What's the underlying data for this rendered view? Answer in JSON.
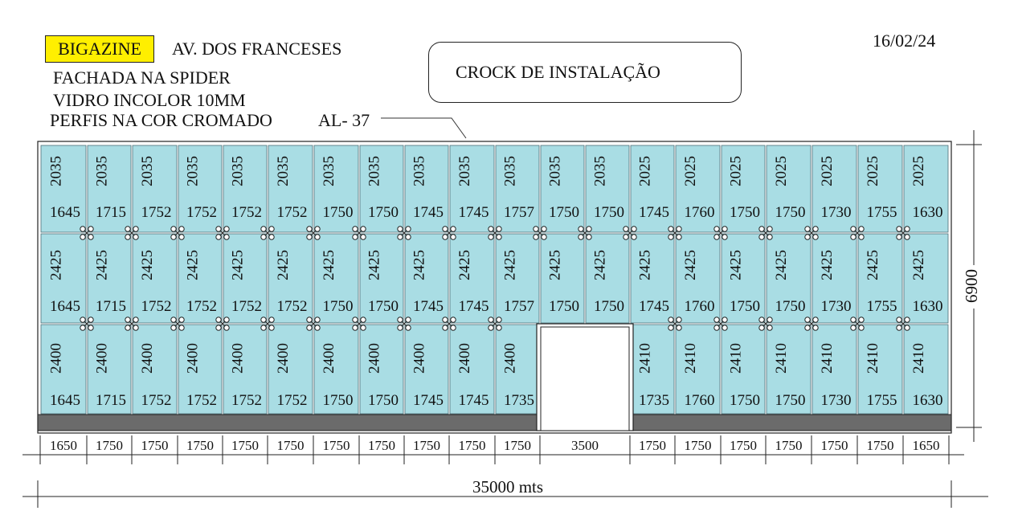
{
  "header": {
    "brand": "BIGAZINE",
    "street": "AV. DOS FRANCESES",
    "line1": "FACHADA NA SPIDER",
    "line2": "VIDRO INCOLOR 10MM",
    "line3": "PERFIS NA COR CROMADO",
    "profile": "AL- 37",
    "date": "16/02/24",
    "callout": "CROCK DE INSTALAÇÃO"
  },
  "colors": {
    "glass": "#a9dde4",
    "base": "#6b6b6b",
    "brand_bg": "#ffef00"
  },
  "facade": {
    "height_label": "6900",
    "total_label": "35000 mts",
    "columns": [
      {
        "dim": "1650",
        "r1h": "2035",
        "r1w": "1645",
        "r2h": "2425",
        "r2w": "1645",
        "r3h": "2400",
        "r3w": "1645"
      },
      {
        "dim": "1750",
        "r1h": "2035",
        "r1w": "1715",
        "r2h": "2425",
        "r2w": "1715",
        "r3h": "2400",
        "r3w": "1715"
      },
      {
        "dim": "1750",
        "r1h": "2035",
        "r1w": "1752",
        "r2h": "2425",
        "r2w": "1752",
        "r3h": "2400",
        "r3w": "1752"
      },
      {
        "dim": "1750",
        "r1h": "2035",
        "r1w": "1752",
        "r2h": "2425",
        "r2w": "1752",
        "r3h": "2400",
        "r3w": "1752"
      },
      {
        "dim": "1750",
        "r1h": "2035",
        "r1w": "1752",
        "r2h": "2425",
        "r2w": "1752",
        "r3h": "2400",
        "r3w": "1752"
      },
      {
        "dim": "1750",
        "r1h": "2035",
        "r1w": "1752",
        "r2h": "2425",
        "r2w": "1752",
        "r3h": "2400",
        "r3w": "1752"
      },
      {
        "dim": "1750",
        "r1h": "2035",
        "r1w": "1750",
        "r2h": "2425",
        "r2w": "1750",
        "r3h": "2400",
        "r3w": "1750"
      },
      {
        "dim": "1750",
        "r1h": "2035",
        "r1w": "1750",
        "r2h": "2425",
        "r2w": "1750",
        "r3h": "2400",
        "r3w": "1750"
      },
      {
        "dim": "1750",
        "r1h": "2035",
        "r1w": "1745",
        "r2h": "2425",
        "r2w": "1745",
        "r3h": "2400",
        "r3w": "1745"
      },
      {
        "dim": "1750",
        "r1h": "2035",
        "r1w": "1745",
        "r2h": "2425",
        "r2w": "1745",
        "r3h": "2400",
        "r3w": "1745"
      },
      {
        "dim": "1750",
        "r1h": "2035",
        "r1w": "1757",
        "r2h": "2425",
        "r2w": "1757",
        "r3h": "2400",
        "r3w": "1735"
      },
      {
        "dim": "3500",
        "r1h": "2035",
        "r1w": "1750",
        "r2h": "2425",
        "r2w": "1750",
        "door": true
      },
      {
        "dim": "",
        "r1h": "2035",
        "r1w": "1750",
        "r2h": "2425",
        "r2w": "1750",
        "door": true
      },
      {
        "dim": "1750",
        "r1h": "2025",
        "r1w": "1745",
        "r2h": "2425",
        "r2w": "1745",
        "r3h": "2410",
        "r3w": "1735"
      },
      {
        "dim": "1750",
        "r1h": "2025",
        "r1w": "1760",
        "r2h": "2425",
        "r2w": "1760",
        "r3h": "2410",
        "r3w": "1760"
      },
      {
        "dim": "1750",
        "r1h": "2025",
        "r1w": "1750",
        "r2h": "2425",
        "r2w": "1750",
        "r3h": "2410",
        "r3w": "1750"
      },
      {
        "dim": "1750",
        "r1h": "2025",
        "r1w": "1750",
        "r2h": "2425",
        "r2w": "1750",
        "r3h": "2410",
        "r3w": "1750"
      },
      {
        "dim": "1750",
        "r1h": "2025",
        "r1w": "1730",
        "r2h": "2425",
        "r2w": "1730",
        "r3h": "2410",
        "r3w": "1730"
      },
      {
        "dim": "1750",
        "r1h": "2025",
        "r1w": "1755",
        "r2h": "2425",
        "r2w": "1755",
        "r3h": "2410",
        "r3w": "1755"
      },
      {
        "dim": "1650",
        "r1h": "2025",
        "r1w": "1630",
        "r2h": "2425",
        "r2w": "1630",
        "r3h": "2410",
        "r3w": "1630"
      }
    ]
  }
}
